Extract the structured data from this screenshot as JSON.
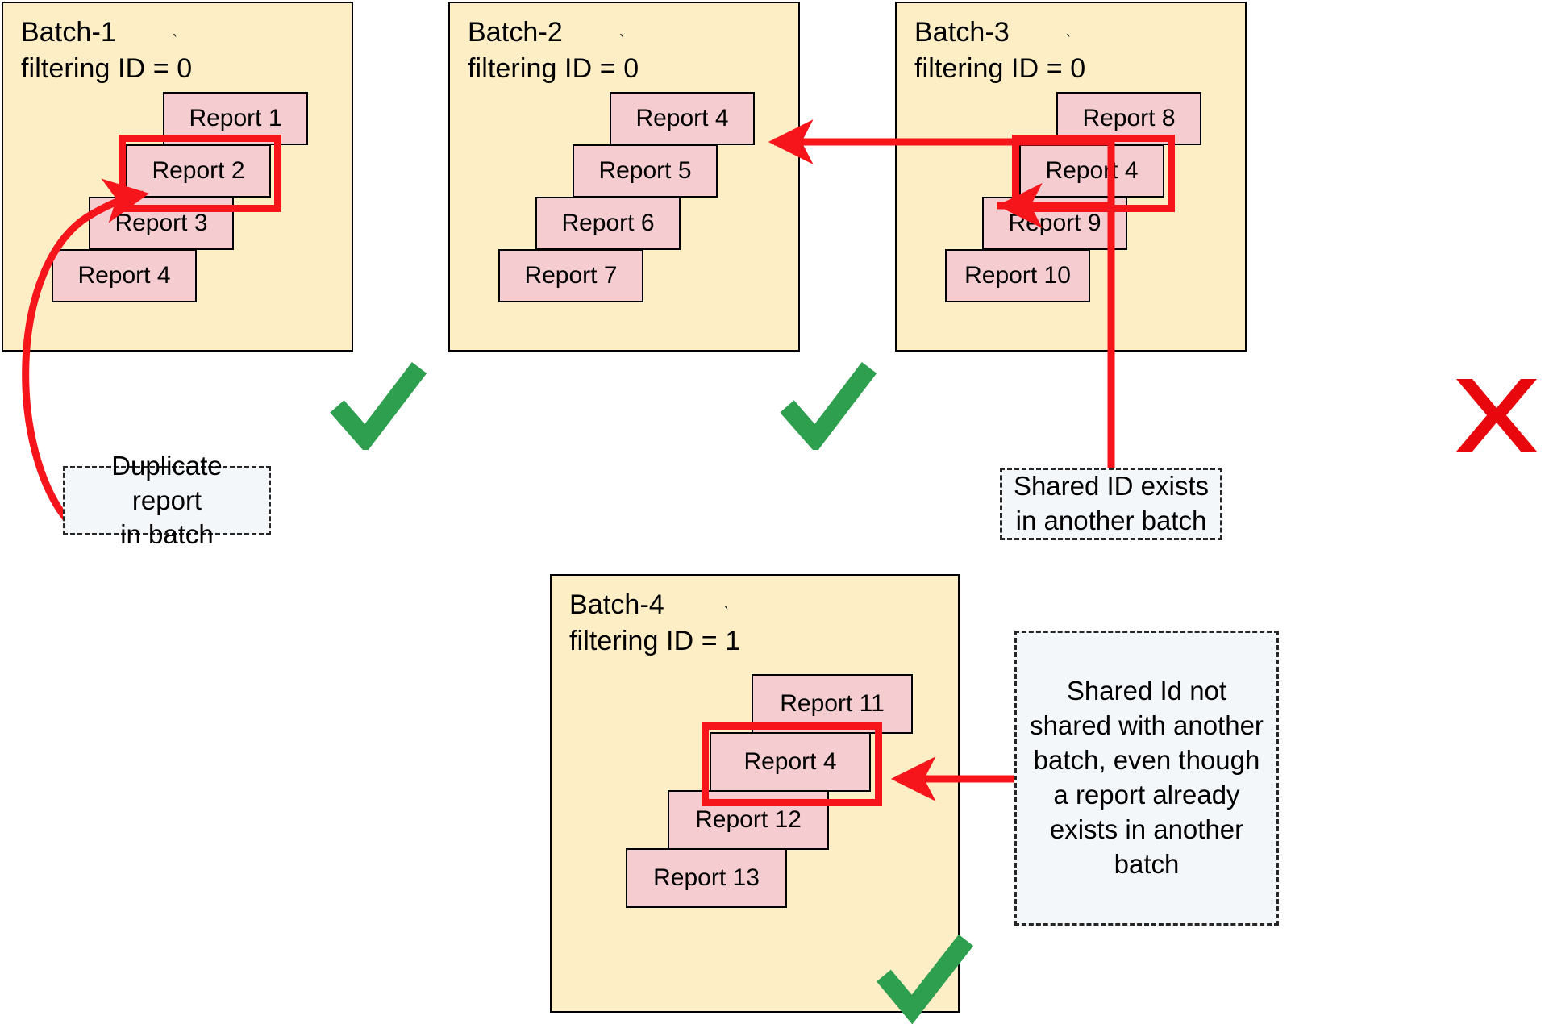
{
  "diagram": {
    "title_visible": false,
    "colors": {
      "batch_background": "#fdeec6",
      "batch_border": "#000000",
      "report_card": "#f5cdd1",
      "highlight_red": "#f5151b",
      "arrow_red": "#f5151b",
      "check_green": "#2e9e4f",
      "cross_red": "#e8070c",
      "callout_background": "#f4f7fa",
      "callout_border": "#262626"
    }
  },
  "batches": [
    {
      "id": "batch-1",
      "name": "Batch-1",
      "filter_label": "filtering ID = 0",
      "status": "valid",
      "status_mark": "check",
      "reports": [
        {
          "label": "Report 1",
          "highlighted": false
        },
        {
          "label": "Report 2",
          "highlighted": true
        },
        {
          "label": "Report 3",
          "highlighted": false
        },
        {
          "label": "Report 4",
          "highlighted": false
        }
      ]
    },
    {
      "id": "batch-2",
      "name": "Batch-2",
      "filter_label": "filtering ID = 0",
      "status": "valid",
      "status_mark": "check",
      "reports": [
        {
          "label": "Report 4",
          "highlighted": false
        },
        {
          "label": "Report 5",
          "highlighted": false
        },
        {
          "label": "Report 6",
          "highlighted": false
        },
        {
          "label": "Report 7",
          "highlighted": false
        }
      ]
    },
    {
      "id": "batch-3",
      "name": "Batch-3",
      "filter_label": "filtering ID = 0",
      "status": "invalid",
      "status_mark": "cross",
      "reports": [
        {
          "label": "Report 8",
          "highlighted": false
        },
        {
          "label": "Report 4",
          "highlighted": true
        },
        {
          "label": "Report 9",
          "highlighted": false
        },
        {
          "label": "Report 10",
          "highlighted": false
        }
      ]
    },
    {
      "id": "batch-4",
      "name": "Batch-4",
      "filter_label": "filtering ID = 1",
      "status": "valid",
      "status_mark": "check",
      "reports": [
        {
          "label": "Report 11",
          "highlighted": false
        },
        {
          "label": "Report 4",
          "highlighted": true
        },
        {
          "label": "Report 12",
          "highlighted": false
        },
        {
          "label": "Report 13",
          "highlighted": false
        }
      ]
    }
  ],
  "callouts": [
    {
      "id": "callout-duplicate",
      "text": "Duplicate report\nin batch",
      "points_to": "batch-1 Report 2"
    },
    {
      "id": "callout-shared-exists",
      "text": "Shared ID exists\nin another batch",
      "points_to": "batch-2 Report 4 and batch-3 Report 4"
    },
    {
      "id": "callout-shared-not-shared",
      "text": "Shared Id not shared with another batch, even though a report already exists in another batch",
      "points_to": "batch-4 Report 4"
    }
  ],
  "marks": {
    "check_glyph": "check-mark",
    "cross_glyph": "cross-mark"
  }
}
